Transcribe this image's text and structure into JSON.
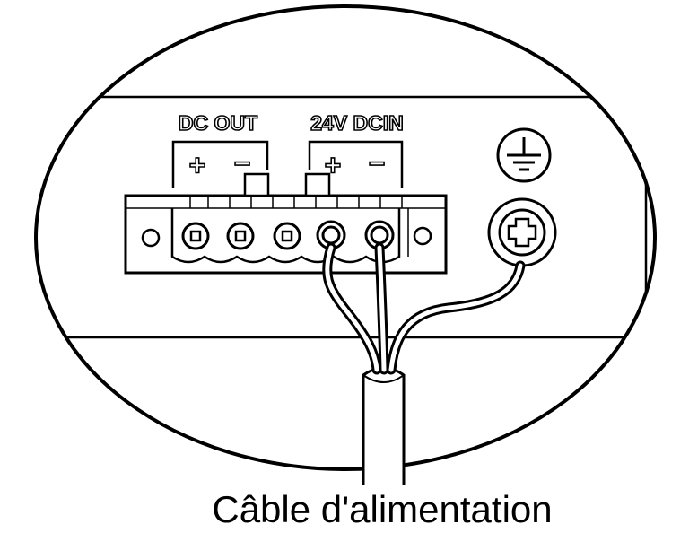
{
  "labels": {
    "dc_out": "DC OUT",
    "dc_in": "24V DCIN",
    "dc_out_plus": "+",
    "dc_out_minus": "−",
    "dc_in_plus": "+",
    "dc_in_minus": "−",
    "caption": "Câble d'alimentation"
  },
  "icons": {
    "ground": "ground-icon",
    "screw": "screw-icon"
  },
  "colors": {
    "line": "#000000",
    "background": "#ffffff"
  }
}
